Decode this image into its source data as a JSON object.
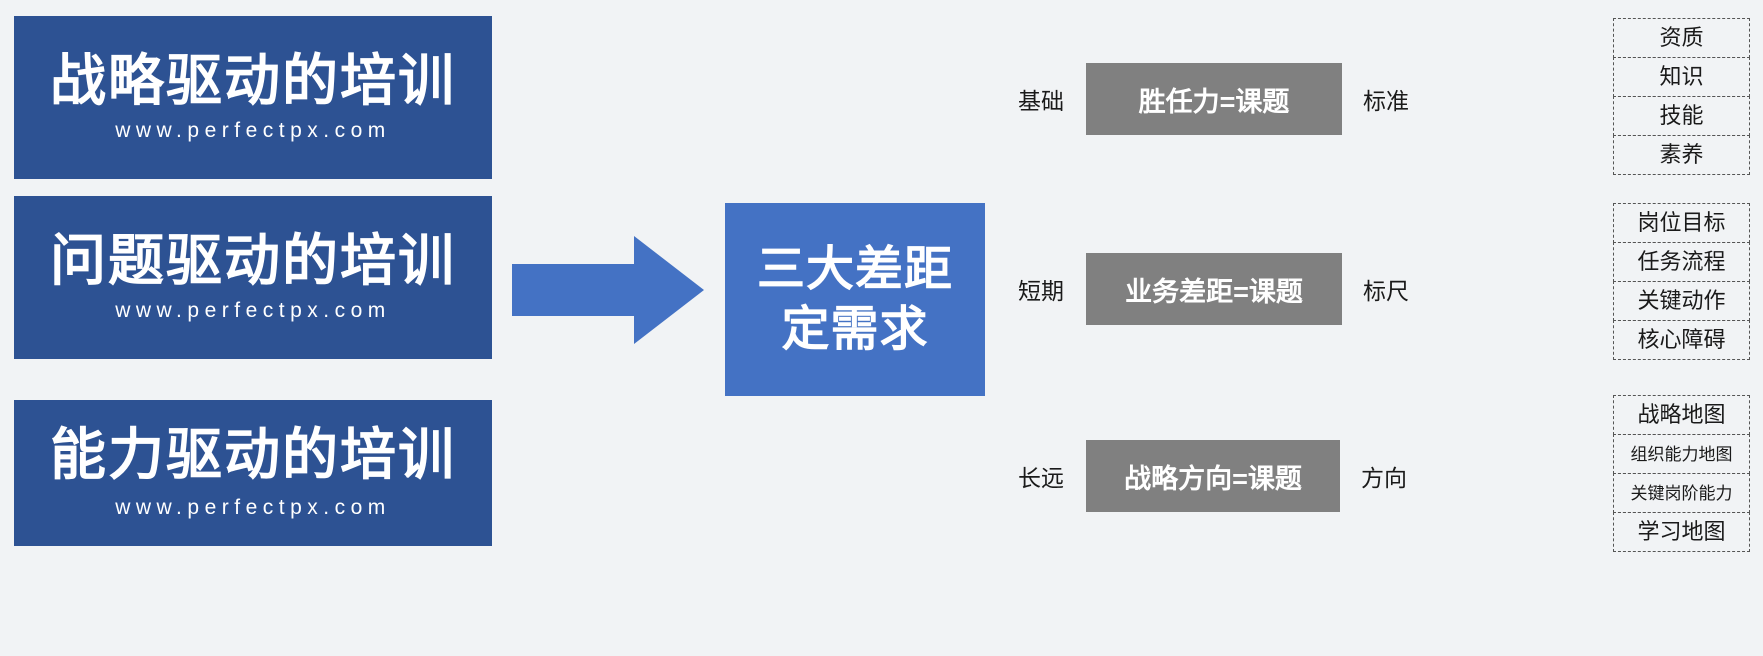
{
  "background_color": "#f1f3f5",
  "colors": {
    "card_blue": "#2d5293",
    "accent_blue": "#4472c4",
    "gray_box": "#808080",
    "text_dark": "#1a1a1a",
    "text_white": "#ffffff",
    "dashed_border": "#555555"
  },
  "left_cards": [
    {
      "title": "战略驱动的培训",
      "url": "www.perfectpx.com"
    },
    {
      "title": "问题驱动的培训",
      "url": "www.perfectpx.com"
    },
    {
      "title": "能力驱动的培训",
      "url": "www.perfectpx.com"
    }
  ],
  "arrow": {
    "direction": "right",
    "color": "#4472c4"
  },
  "center_box": {
    "line1": "三大差距",
    "line2": "定需求"
  },
  "rows": [
    {
      "left_label": "基础",
      "box_text": "胜任力=课题",
      "right_label": "标准"
    },
    {
      "left_label": "短期",
      "box_text": "业务差距=课题",
      "right_label": "标尺"
    },
    {
      "left_label": "长远",
      "box_text": "战略方向=课题",
      "right_label": "方向"
    }
  ],
  "dashed_groups": [
    {
      "items": [
        {
          "label": "资质",
          "size": "normal"
        },
        {
          "label": "知识",
          "size": "normal"
        },
        {
          "label": "技能",
          "size": "normal"
        },
        {
          "label": "素养",
          "size": "normal"
        }
      ]
    },
    {
      "items": [
        {
          "label": "岗位目标",
          "size": "normal"
        },
        {
          "label": "任务流程",
          "size": "normal"
        },
        {
          "label": "关键动作",
          "size": "normal"
        },
        {
          "label": "核心障碍",
          "size": "normal"
        }
      ]
    },
    {
      "items": [
        {
          "label": "战略地图",
          "size": "normal"
        },
        {
          "label": "组织能力地图",
          "size": "small"
        },
        {
          "label": "关键岗阶能力",
          "size": "small"
        },
        {
          "label": "学习地图",
          "size": "normal"
        }
      ]
    }
  ]
}
